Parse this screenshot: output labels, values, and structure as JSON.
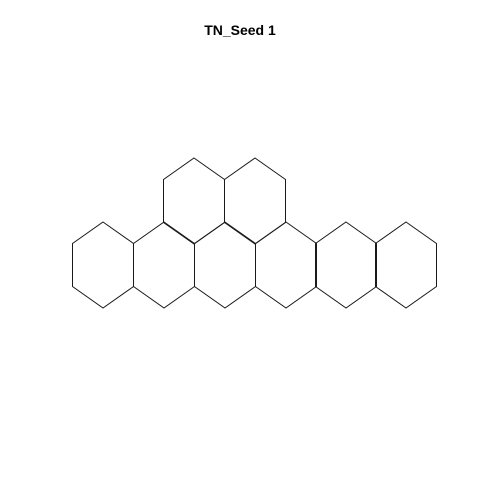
{
  "title": "TN_Seed 1",
  "colors": {
    "stroke": "#1a1a1a",
    "background": "#ffffff"
  },
  "hexes": [
    {
      "id": "top-1"
    },
    {
      "id": "top-2"
    },
    {
      "id": "bottom-1"
    },
    {
      "id": "bottom-2"
    },
    {
      "id": "bottom-3"
    },
    {
      "id": "bottom-4"
    },
    {
      "id": "bottom-5"
    },
    {
      "id": "bottom-6"
    }
  ]
}
